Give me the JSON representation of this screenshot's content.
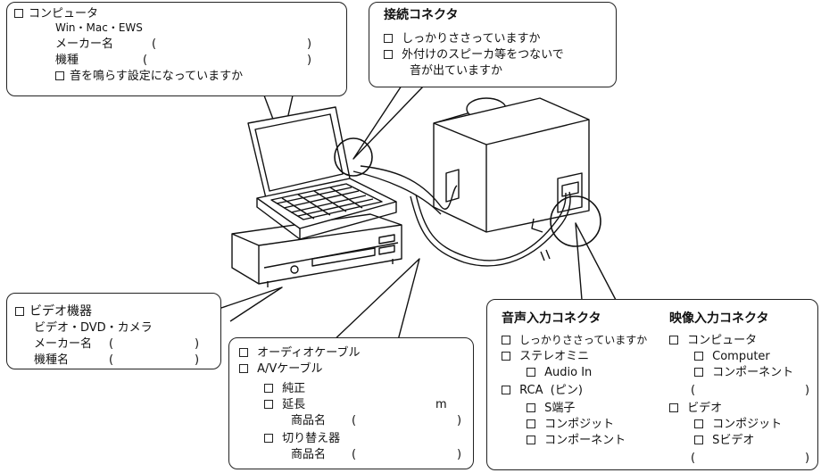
{
  "computer_box": {
    "title": "コンピュータ",
    "os": "Win・Mac・EWS",
    "maker_label": "メーカー名",
    "model_label": "機種",
    "paren_open": "(",
    "paren_close": ")",
    "sound_setting": "音を鳴らす設定になっていますか"
  },
  "connector_box": {
    "title": "接続コネクタ",
    "item1": "しっかりささっていますか",
    "item2_line1": "外付けのスピーカ等をつないで",
    "item2_line2": "音が出ていますか"
  },
  "video_box": {
    "title": "ビデオ機器",
    "types": "ビデオ・DVD・カメラ",
    "maker_label": "メーカー名",
    "model_label": "機種名",
    "paren_open": "(",
    "paren_close": ")"
  },
  "cable_box": {
    "audio_cable": "オーディオケーブル",
    "av_cable": "A/Vケーブル",
    "genuine": "純正",
    "extension": "延長",
    "meter_unit": "m",
    "product_label": "商品名",
    "switcher": "切り替え器",
    "paren_open": "(",
    "paren_close": ")"
  },
  "input_box": {
    "audio_heading": "音声入力コネクタ",
    "video_heading": "映像入力コネクタ",
    "audio_secure": "しっかりささっていますか",
    "stereo_mini": "ステレオミニ",
    "audio_in": "Audio In",
    "rca": "RCA",
    "pin": "(ピン)",
    "s_terminal": "S端子",
    "composite": "コンポジット",
    "component": "コンポーネント",
    "computer": "コンピュータ",
    "computer_en": "Computer",
    "video": "ビデオ",
    "s_video": "Sビデオ",
    "paren_open": "(",
    "paren_close": ")"
  }
}
